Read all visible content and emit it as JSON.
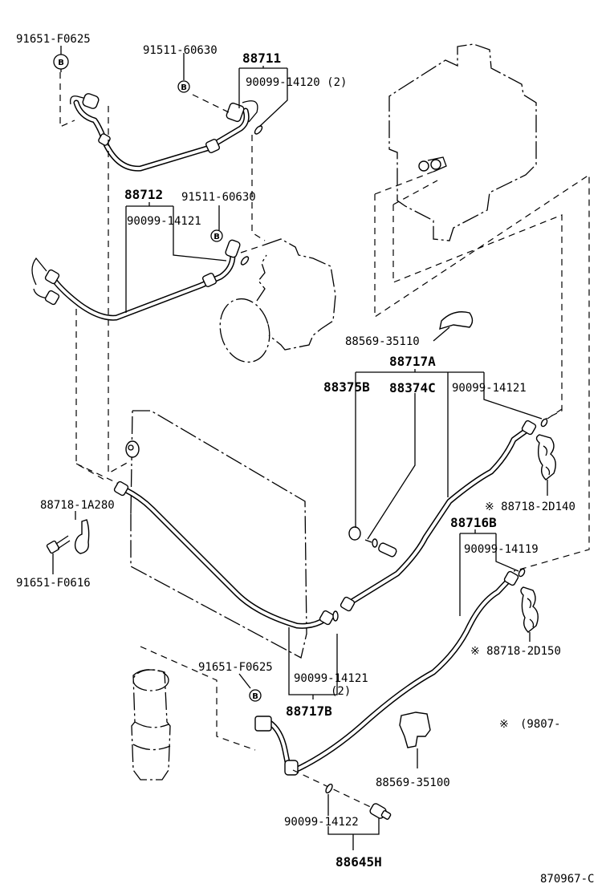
{
  "diagram": {
    "title": "Air conditioner refrigerant piping exploded parts diagram",
    "figure_number": "870967-C",
    "note": {
      "symbol": "※",
      "text": "(9807-        )"
    },
    "bolt_marker_letter": "B",
    "labels": {
      "p91651_F0625_top": "91651-F0625",
      "p91511_60630_top": "91511-60630",
      "p88711": "88711",
      "p90099_14120": "90099-14120 (2)",
      "p88712": "88712",
      "p91511_60630_mid": "91511-60630",
      "p90099_14121_mid": "90099-14121",
      "p88569_35110": "88569-35110",
      "p88717A": "88717A",
      "p88375B": "88375B",
      "p88374C": "88374C",
      "p90099_14121_right": "90099-14121",
      "p88718_2D140": "※ 88718-2D140",
      "p88716B": "88716B",
      "p90099_14119": "90099-14119",
      "p88718_2D150": "※ 88718-2D150",
      "p88718_1A280": "88718-1A280",
      "p91651_F0616": "91651-F0616",
      "p91651_F0625_low": "91651-F0625",
      "p90099_14121_low": "90099-14121",
      "p90099_14121_low_qty": "(2)",
      "p88717B": "88717B",
      "p88569_35100": "88569-35100",
      "p90099_14122": "90099-14122",
      "p88645H": "88645H"
    }
  }
}
